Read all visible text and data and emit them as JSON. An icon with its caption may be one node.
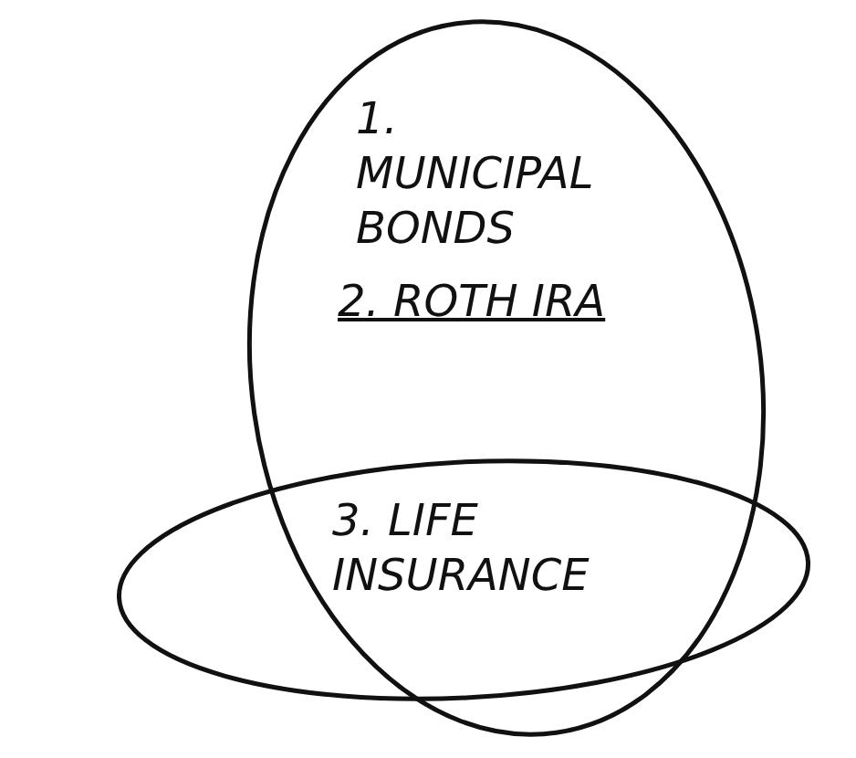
{
  "diagram": {
    "nodes": [
      {
        "text": [
          "1. MUNICIPAL BONDS",
          "2. ROTH IRA"
        ]
      },
      {
        "text": [
          "3. LIFE INSURANCE"
        ]
      }
    ]
  }
}
